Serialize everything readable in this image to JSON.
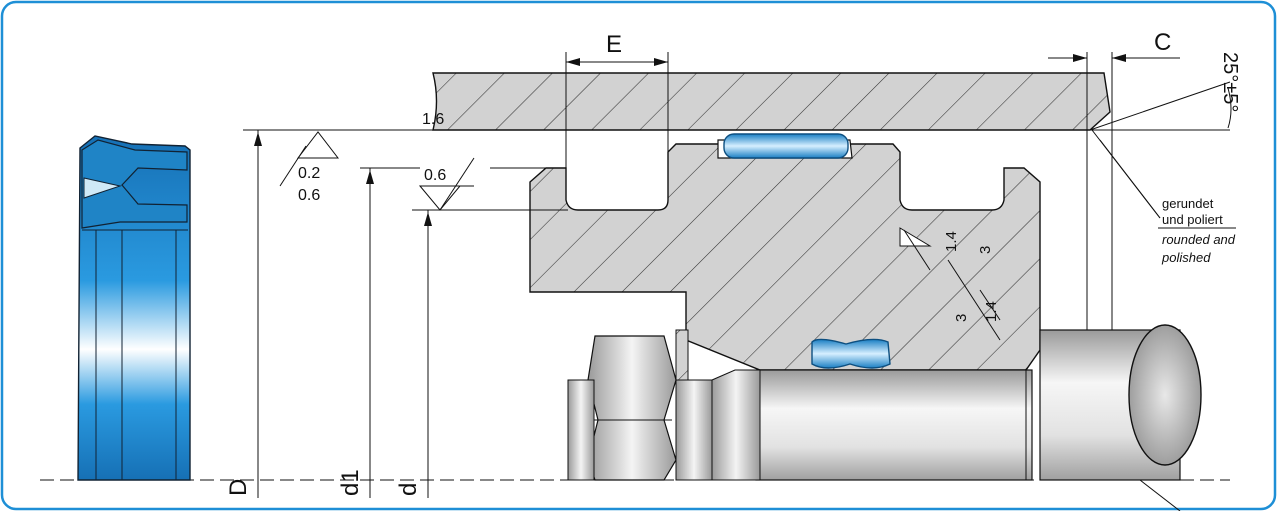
{
  "labels": {
    "dim_E": "E",
    "dim_C": "C",
    "dim_D": "D",
    "dim_d1": "d1",
    "dim_d": "d",
    "angle": "25°±5°",
    "roughness_bore_top": "1.6",
    "roughness_bore_mid": "0.2",
    "roughness_bore_bot": "0.6",
    "roughness_rod": "0.6",
    "groove_side_1": "1.4",
    "groove_side_2": "3",
    "groove_side_3": "3",
    "groove_side_4": "1.4",
    "note_de_1": "gerundet",
    "note_de_2": "und poliert",
    "note_en_1": "rounded and",
    "note_en_2": "polished"
  },
  "colors": {
    "frame": "#1e8fd6",
    "seal_blue": "#1a86c8",
    "seal_light": "#cfe9f7",
    "hatch_fill": "#cfcfcf",
    "metal_light": "#f2f2f2",
    "metal_dark": "#8c8c8c"
  }
}
